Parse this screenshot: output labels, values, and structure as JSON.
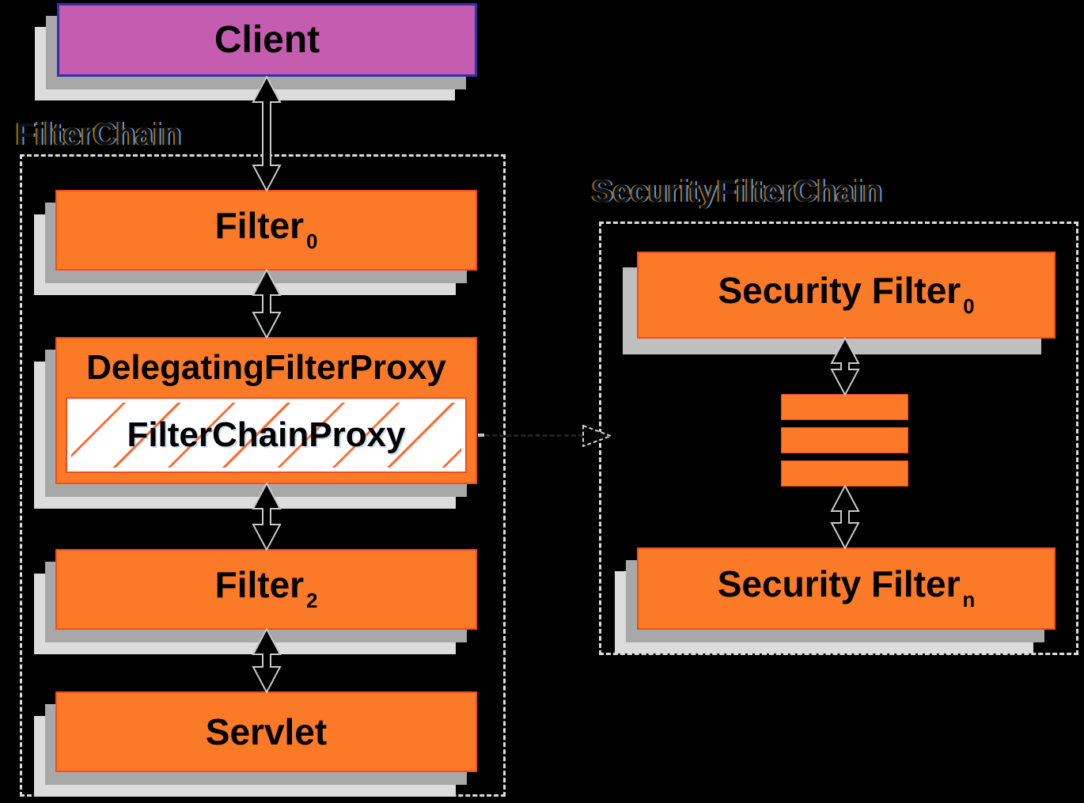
{
  "diagram": {
    "client": {
      "label": "Client"
    },
    "filter_chain": {
      "title": "FilterChain",
      "filter0": {
        "name": "Filter",
        "sub": "0"
      },
      "delegating_filter_proxy": {
        "title": "DelegatingFilterProxy"
      },
      "filter_chain_proxy": {
        "label": "FilterChainProxy"
      },
      "filter2": {
        "name": "Filter",
        "sub": "2"
      },
      "servlet": {
        "label": "Servlet"
      }
    },
    "security_filter_chain": {
      "title": "SecurityFilterChain",
      "security_filter0": {
        "name": "Security Filter",
        "sub": "0"
      },
      "security_filtern": {
        "name": "Security Filter",
        "sub": "n"
      },
      "ellipsis_bar_count": 3
    }
  },
  "colors": {
    "background": "#000000",
    "box_orange": "#FB7A28",
    "box_orange_border": "#F04E1C",
    "bar_border": "#F2432A",
    "client_purple": "#C45CB0",
    "client_border": "#3232A8",
    "shadow_gray": "#A8A8A8",
    "shadow_light": "#DCDCDC",
    "dashed_border": "#DCDCDC",
    "hatch": "#FF6A2E",
    "label_core": "#0C1018",
    "label_fringe_warm": "#A86A12",
    "label_fringe_cool": "#5D9AD0",
    "arrow_fill": "#000000",
    "arrow_outline": "#C9C9C9"
  }
}
